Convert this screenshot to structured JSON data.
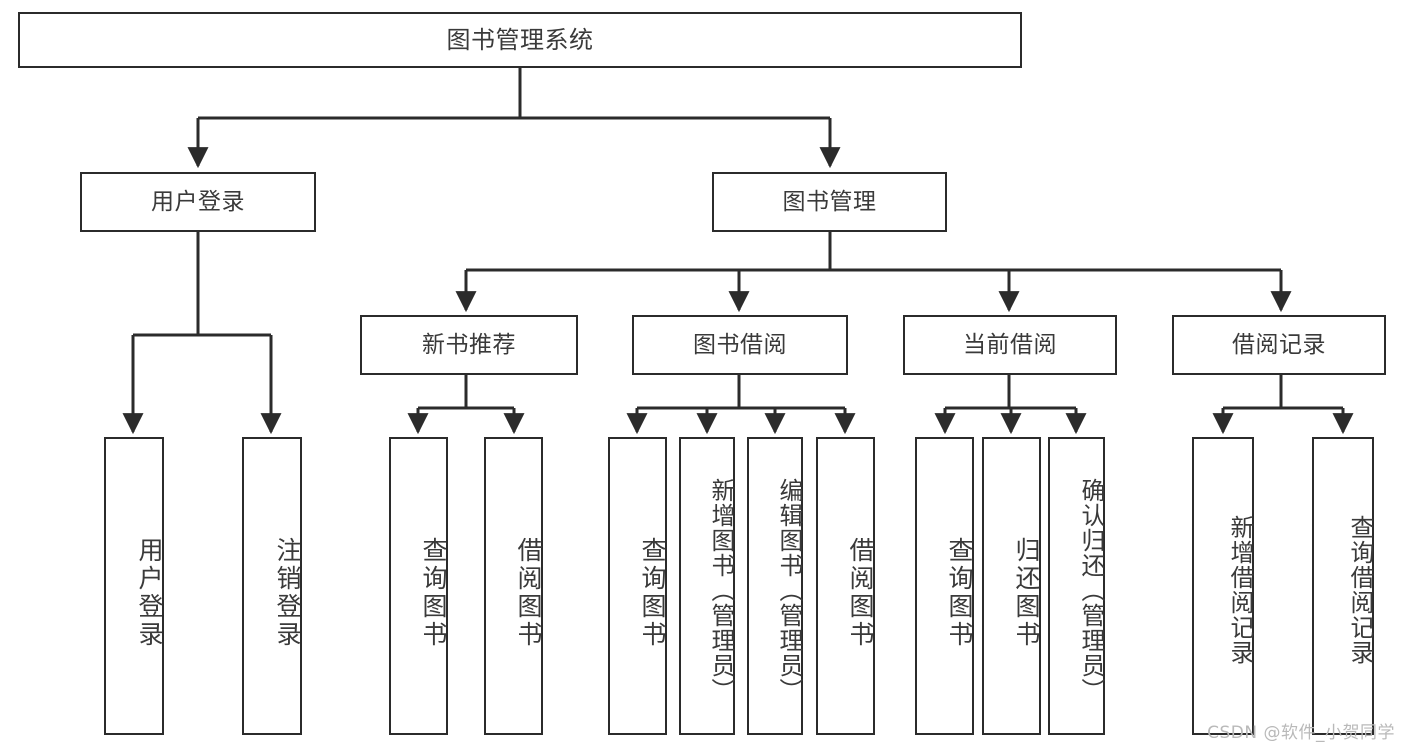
{
  "diagram": {
    "type": "tree-hierarchy",
    "title": "图书管理系统",
    "watermark": "CSDN @软件_小贺同学",
    "colors": {
      "stroke": "#2b2b2b",
      "text": "#3a3a3a",
      "background": "#ffffff",
      "watermark": "#b9b9b9"
    },
    "levels": {
      "root": [
        "图书管理系统"
      ],
      "level2": [
        "用户登录",
        "图书管理"
      ],
      "level3": [
        "新书推荐",
        "图书借阅",
        "当前借阅",
        "借阅记录"
      ],
      "leaves": [
        "用户登录",
        "注销登录",
        "查询图书",
        "借阅图书",
        "查询图书",
        "新增图书（管理员）",
        "编辑图书（管理员）",
        "借阅图书",
        "查询图书",
        "归还图书",
        "确认归还（管理员）",
        "新增借阅记录",
        "查询借阅记录"
      ]
    },
    "nodes": {
      "root": {
        "label": "图书管理系统"
      },
      "user_login": {
        "label": "用户登录"
      },
      "book_mgmt": {
        "label": "图书管理"
      },
      "new_book_rec": {
        "label": "新书推荐"
      },
      "book_borrow": {
        "label": "图书借阅"
      },
      "current_borrow": {
        "label": "当前借阅"
      },
      "borrow_record": {
        "label": "借阅记录"
      },
      "leaf_user_login": {
        "label": "用户登录"
      },
      "leaf_logout": {
        "label": "注销登录"
      },
      "leaf_query_book_a": {
        "label": "查询图书"
      },
      "leaf_borrow_book_a": {
        "label": "借阅图书"
      },
      "leaf_query_book_b": {
        "label": "查询图书"
      },
      "leaf_add_book": {
        "label": "新增图书（管理员）"
      },
      "leaf_edit_book": {
        "label": "编辑图书（管理员）"
      },
      "leaf_borrow_book_b": {
        "label": "借阅图书"
      },
      "leaf_query_book_c": {
        "label": "查询图书"
      },
      "leaf_return_book": {
        "label": "归还图书"
      },
      "leaf_confirm_return": {
        "label": "确认归还（管理员）"
      },
      "leaf_add_record": {
        "label": "新增借阅记录"
      },
      "leaf_query_record": {
        "label": "查询借阅记录"
      }
    },
    "edges": [
      {
        "from": "root",
        "to": "user_login"
      },
      {
        "from": "root",
        "to": "book_mgmt"
      },
      {
        "from": "user_login",
        "to": "leaf_user_login"
      },
      {
        "from": "user_login",
        "to": "leaf_logout"
      },
      {
        "from": "book_mgmt",
        "to": "new_book_rec"
      },
      {
        "from": "book_mgmt",
        "to": "book_borrow"
      },
      {
        "from": "book_mgmt",
        "to": "current_borrow"
      },
      {
        "from": "book_mgmt",
        "to": "borrow_record"
      },
      {
        "from": "new_book_rec",
        "to": "leaf_query_book_a"
      },
      {
        "from": "new_book_rec",
        "to": "leaf_borrow_book_a"
      },
      {
        "from": "book_borrow",
        "to": "leaf_query_book_b"
      },
      {
        "from": "book_borrow",
        "to": "leaf_add_book"
      },
      {
        "from": "book_borrow",
        "to": "leaf_edit_book"
      },
      {
        "from": "book_borrow",
        "to": "leaf_borrow_book_b"
      },
      {
        "from": "current_borrow",
        "to": "leaf_query_book_c"
      },
      {
        "from": "current_borrow",
        "to": "leaf_return_book"
      },
      {
        "from": "current_borrow",
        "to": "leaf_confirm_return"
      },
      {
        "from": "borrow_record",
        "to": "leaf_add_record"
      },
      {
        "from": "borrow_record",
        "to": "leaf_query_record"
      }
    ]
  }
}
